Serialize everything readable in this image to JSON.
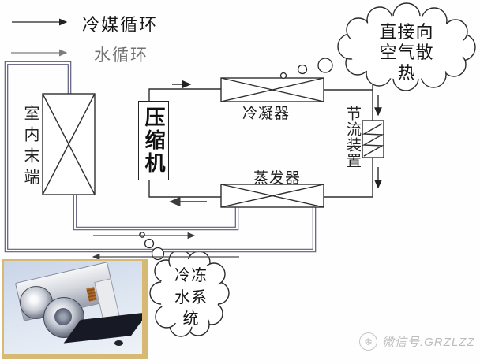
{
  "legend": {
    "refrigerant_label": "冷媒循环",
    "water_label": "水循环"
  },
  "components": {
    "indoor_terminal": "室内末端",
    "compressor": "压缩机",
    "condenser": "冷凝器",
    "evaporator": "蒸发器",
    "throttle_device": "节流装置"
  },
  "clouds": {
    "air_heat": {
      "text": "直接向空气散热",
      "lines": [
        "直接向",
        "空气散",
        "热"
      ]
    },
    "chilled_water": {
      "text": "冷冻水系统",
      "lines": [
        "冷冻",
        "水系",
        "统"
      ]
    }
  },
  "watermark": {
    "icon": "snowflake-logo",
    "text": "微信号:GRZLZZ"
  },
  "colors": {
    "refrigerant_line": "#2f2f2f",
    "water_pipe": "#5c5c7e",
    "legend_water_gray": "#7d7d7d",
    "watermark_gray": "#bcbcbc",
    "photo_frame_tan": "#d6ba74",
    "photo_background": "#cdd8ea"
  }
}
